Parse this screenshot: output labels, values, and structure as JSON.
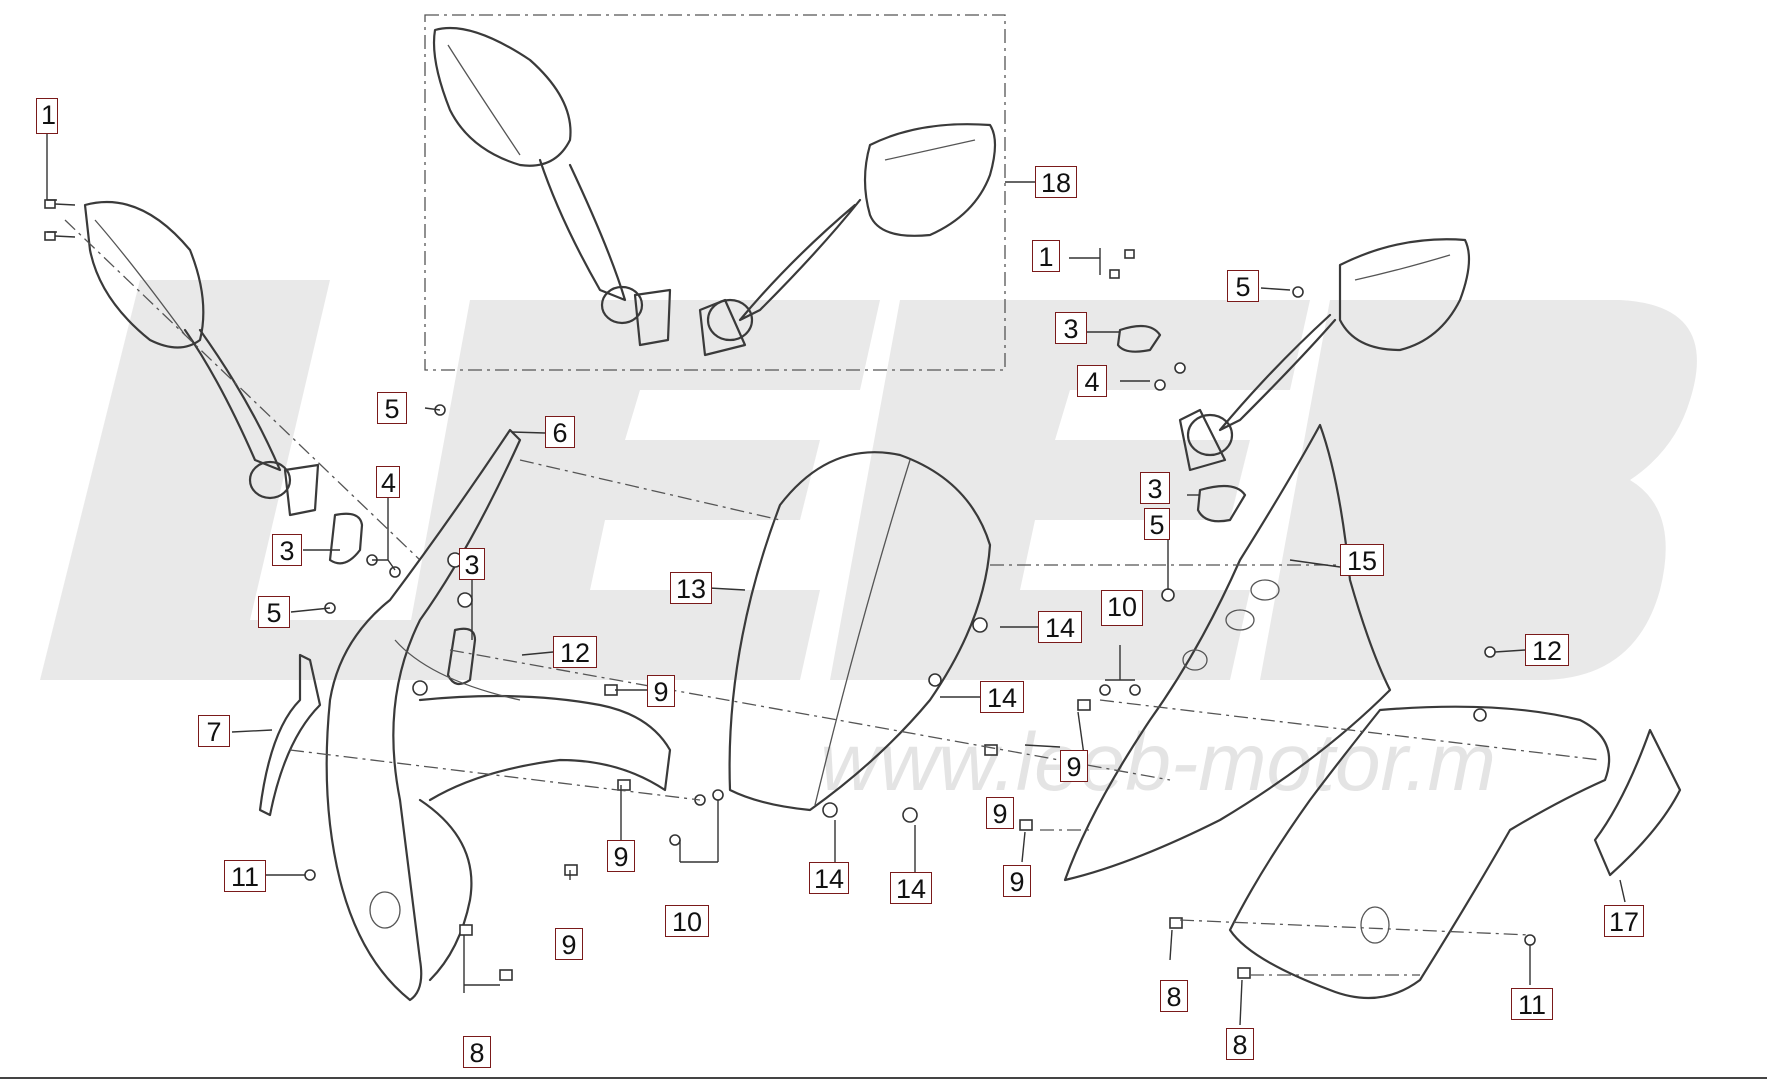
{
  "watermark": {
    "brand": "LEEB",
    "url": "www.leeb-motor.m"
  },
  "callouts": [
    {
      "id": "c1a",
      "label": "1"
    },
    {
      "id": "c3a",
      "label": "3"
    },
    {
      "id": "c4a",
      "label": "4"
    },
    {
      "id": "c3b",
      "label": "3"
    },
    {
      "id": "c5a",
      "label": "5"
    },
    {
      "id": "c5b",
      "label": "5"
    },
    {
      "id": "c6",
      "label": "6"
    },
    {
      "id": "c7",
      "label": "7"
    },
    {
      "id": "c12a",
      "label": "12"
    },
    {
      "id": "c9a",
      "label": "9"
    },
    {
      "id": "c9b",
      "label": "9"
    },
    {
      "id": "c9c",
      "label": "9"
    },
    {
      "id": "c10a",
      "label": "10"
    },
    {
      "id": "c11a",
      "label": "11"
    },
    {
      "id": "c8a",
      "label": "8"
    },
    {
      "id": "c13",
      "label": "13"
    },
    {
      "id": "c14a",
      "label": "14"
    },
    {
      "id": "c14b",
      "label": "14"
    },
    {
      "id": "c14c",
      "label": "14"
    },
    {
      "id": "c14d",
      "label": "14"
    },
    {
      "id": "c18",
      "label": "18"
    },
    {
      "id": "c1b",
      "label": "1"
    },
    {
      "id": "c3c",
      "label": "3"
    },
    {
      "id": "c4b",
      "label": "4"
    },
    {
      "id": "c5c",
      "label": "5"
    },
    {
      "id": "c3d",
      "label": "3"
    },
    {
      "id": "c5d",
      "label": "5"
    },
    {
      "id": "c15",
      "label": "15"
    },
    {
      "id": "c10b",
      "label": "10"
    },
    {
      "id": "c12b",
      "label": "12"
    },
    {
      "id": "c9d",
      "label": "9"
    },
    {
      "id": "c9e",
      "label": "9"
    },
    {
      "id": "c9f",
      "label": "9"
    },
    {
      "id": "c8b",
      "label": "8"
    },
    {
      "id": "c8c",
      "label": "8"
    },
    {
      "id": "c11b",
      "label": "11"
    },
    {
      "id": "c17",
      "label": "17"
    }
  ],
  "colors": {
    "callout_border": "#7a1a1a",
    "line": "#3a3a3a",
    "watermark": "#e9e9e9"
  }
}
